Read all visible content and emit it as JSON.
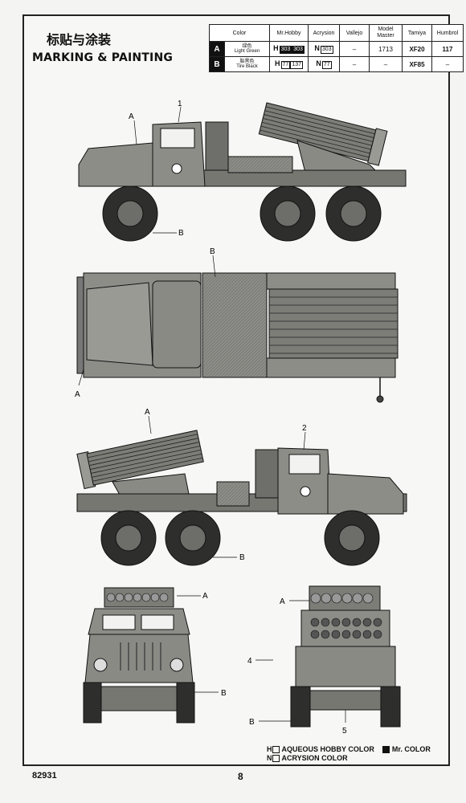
{
  "header": {
    "title_cn": "标贴与涂装",
    "title_en": "MARKING & PAINTING"
  },
  "paint_table": {
    "columns": [
      "Color",
      "Mr.Hobby",
      "Acrysion",
      "Vallejo",
      "Model Master",
      "Tamiya",
      "Humbrol"
    ],
    "rows": [
      {
        "letter": "A",
        "color_cn": "绿色",
        "color_en": "Light Green",
        "mr_hobby_prefix": "H",
        "mr_hobby_codes": [
          "303",
          "303"
        ],
        "acrysion_prefix": "N",
        "acrysion_code": "303",
        "vallejo": "–",
        "model_master": "1713",
        "tamiya": "XF20",
        "humbrol": "117"
      },
      {
        "letter": "B",
        "color_cn": "胎黑色",
        "color_en": "Tire Black",
        "mr_hobby_prefix": "H",
        "mr_hobby_codes": [
          "77",
          "137"
        ],
        "acrysion_prefix": "N",
        "acrysion_code": "77",
        "vallejo": "–",
        "model_master": "–",
        "tamiya": "XF85",
        "humbrol": "–"
      }
    ]
  },
  "callouts": {
    "a": "A",
    "b": "B",
    "n1": "1",
    "n2": "2",
    "n4": "4",
    "n5": "5"
  },
  "legend": {
    "h_label": "AQUEOUS HOBBY COLOR",
    "n_label": "ACRYSION COLOR",
    "mr_label": "Mr. COLOR",
    "h_prefix": "H",
    "n_prefix": "N"
  },
  "footer": {
    "code": "82931",
    "page": "8"
  },
  "colors": {
    "ink": "#111111",
    "paper": "#f7f7f5",
    "vehicle_fill": "#8d8d88",
    "vehicle_dark": "#5d5d5a",
    "tire": "#2e2e2c"
  }
}
